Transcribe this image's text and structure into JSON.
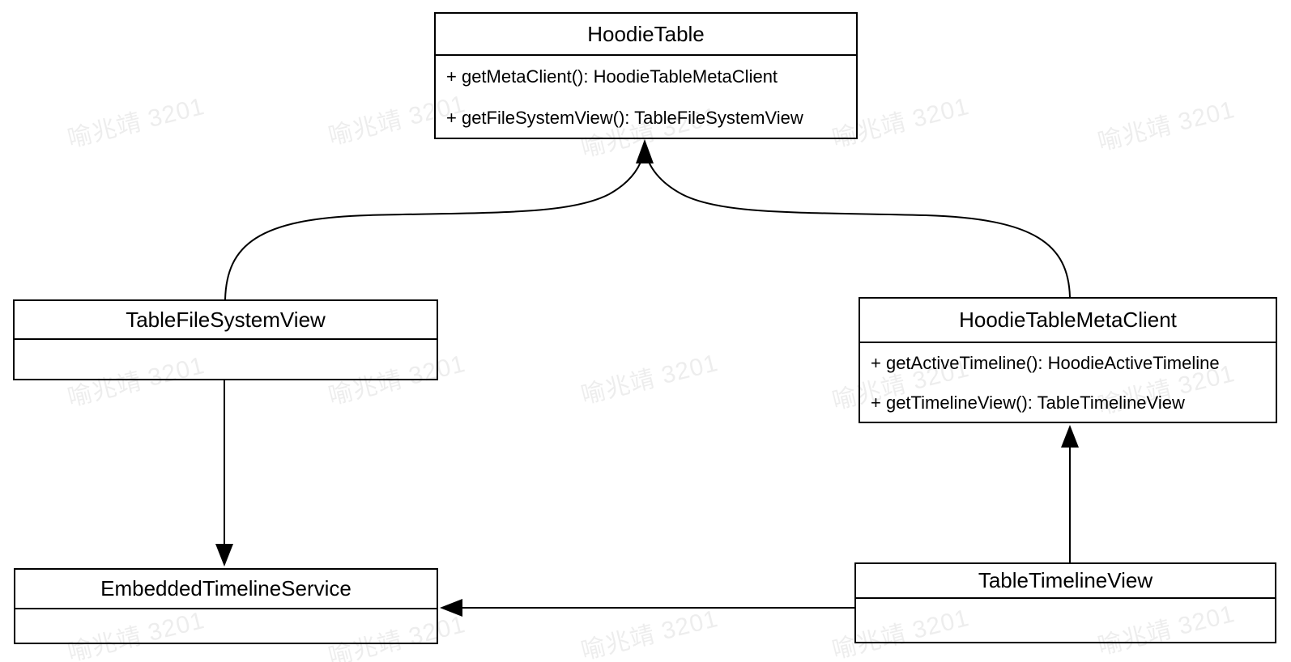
{
  "diagram": {
    "title": "Hudi table / timeline UML class diagram",
    "watermark": {
      "text": "喻兆靖 3201",
      "color": "#ececec"
    },
    "classes": [
      {
        "id": "hoodie-table",
        "name": "HoodieTable",
        "methods": [
          "+ getMetaClient(): HoodieTableMetaClient",
          "+ getFileSystemView(): TableFileSystemView"
        ]
      },
      {
        "id": "table-file-system-view",
        "name": "TableFileSystemView",
        "methods": []
      },
      {
        "id": "hoodie-table-meta-client",
        "name": "HoodieTableMetaClient",
        "methods": [
          "+ getActiveTimeline(): HoodieActiveTimeline",
          "+ getTimelineView(): TableTimelineView"
        ]
      },
      {
        "id": "embedded-timeline-service",
        "name": "EmbeddedTimelineService",
        "methods": []
      },
      {
        "id": "table-timeline-view",
        "name": "TableTimelineView",
        "methods": []
      }
    ],
    "relations": [
      {
        "from": "TableFileSystemView",
        "to": "HoodieTable",
        "style": "curved, filled arrowhead up"
      },
      {
        "from": "HoodieTableMetaClient",
        "to": "HoodieTable",
        "style": "curved, filled arrowhead up"
      },
      {
        "from": "TableFileSystemView",
        "to": "EmbeddedTimelineService",
        "style": "straight, filled arrowhead down"
      },
      {
        "from": "TableTimelineView",
        "to": "HoodieTableMetaClient",
        "style": "straight, filled arrowhead up"
      },
      {
        "from": "TableTimelineView",
        "to": "EmbeddedTimelineService",
        "style": "straight, filled arrowhead left"
      }
    ]
  }
}
